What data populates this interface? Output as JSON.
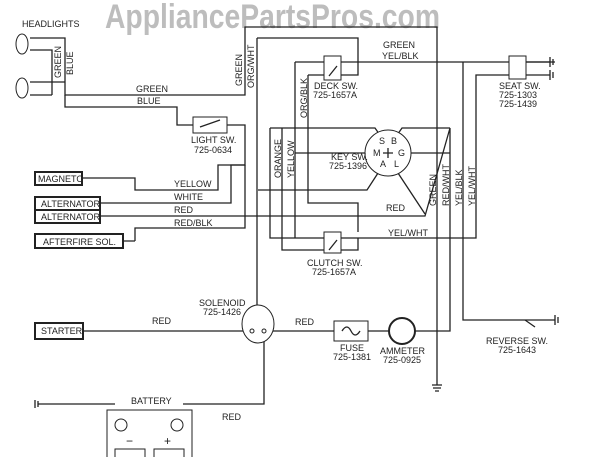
{
  "watermark": "AppliancePartsPros.com",
  "components": {
    "headlights": "HEADLIGHTS",
    "magneto": "MAGNETO",
    "alternator_1": "ALTERNATOR",
    "alternator_2": "ALTERNATOR",
    "afterfire": "AFTERFIRE SOL.",
    "starter": "STARTER",
    "battery": "BATTERY",
    "battery_neg": "−",
    "battery_pos": "+",
    "light_sw": {
      "name": "LIGHT SW.",
      "part": "725-0634"
    },
    "deck_sw": {
      "name": "DECK SW.",
      "part": "725-1657A"
    },
    "key_sw": {
      "name": "KEY SW.",
      "part": "725-1396",
      "terminals": [
        "S",
        "B",
        "M",
        "G",
        "A",
        "L"
      ]
    },
    "clutch_sw": {
      "name": "CLUTCH SW.",
      "part": "725-1657A"
    },
    "seat_sw": {
      "name": "SEAT SW.",
      "part1": "725-1303",
      "part2": "725-1439"
    },
    "solenoid": {
      "name": "SOLENOID",
      "part": "725-1426"
    },
    "fuse": {
      "name": "FUSE",
      "part": "725-1381"
    },
    "ammeter": {
      "name": "AMMETER",
      "part": "725-0925"
    },
    "reverse_sw": {
      "name": "REVERSE SW.",
      "part": "725-1643"
    }
  },
  "wire_labels": {
    "hl_green": "GREEN",
    "hl_blue": "BLUE",
    "green": "GREEN",
    "blue": "BLUE",
    "top_green": "GREEN",
    "v_green": "GREEN",
    "v_orgwht": "ORG/WHT",
    "yellow": "YELLOW",
    "white": "WHITE",
    "red": "RED",
    "redblk": "RED/BLK",
    "orange": "ORANGE",
    "v_yellow": "YELLOW",
    "orgblk": "ORG/BLK",
    "yelblk": "YEL/BLK",
    "key_red": "RED",
    "yelwht": "YEL/WHT",
    "r_green": "GREEN",
    "r_redwht": "RED/WHT",
    "r_yelblk": "YEL/BLK",
    "r_yelwht": "YEL/WHT",
    "starter_red": "RED",
    "sol_red": "RED",
    "bat_red": "RED"
  }
}
